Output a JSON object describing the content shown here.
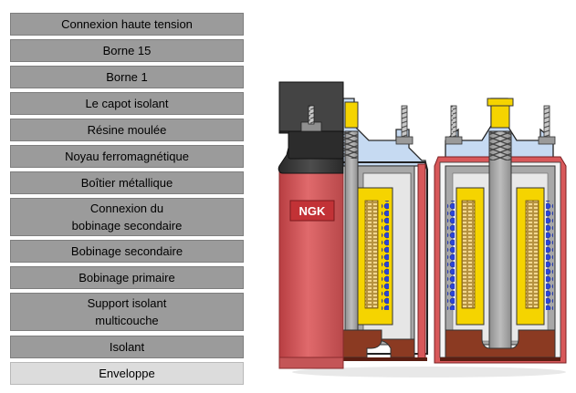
{
  "menu": {
    "items": [
      {
        "lines": [
          "Connexion haute tension",
          ""
        ]
      },
      {
        "lines": [
          "Borne 15",
          ""
        ]
      },
      {
        "lines": [
          "Borne 1",
          ""
        ]
      },
      {
        "lines": [
          "Le capot isolant",
          ""
        ]
      },
      {
        "lines": [
          "Résine moulée",
          ""
        ]
      },
      {
        "lines": [
          "Noyau ferromagnétique",
          ""
        ]
      },
      {
        "lines": [
          "Boîtier métallique",
          ""
        ]
      },
      {
        "lines": [
          "Connexion du",
          "bobinage secondaire"
        ]
      },
      {
        "lines": [
          "Bobinage secondaire",
          ""
        ]
      },
      {
        "lines": [
          "Bobinage primaire",
          ""
        ]
      },
      {
        "lines": [
          "Support isolant",
          "multicouche"
        ]
      },
      {
        "lines": [
          "Isolant",
          ""
        ]
      },
      {
        "lines": [
          "Enveloppe",
          ""
        ]
      }
    ],
    "selected_index": 12
  },
  "illustration": {
    "brand_label": "NGK"
  },
  "colors": {
    "button_bg": "#9b9b9b",
    "button_selected_bg": "#dcdcdc",
    "casing_red": "#d8585a",
    "cap_dark": "#333333",
    "insulator_blue": "#c6daf2",
    "metal_gray": "#a8a8a8",
    "winding_yellow": "#f5d400",
    "primary_coil_blue": "#2b45d8",
    "base_brown": "#8b3a22"
  }
}
